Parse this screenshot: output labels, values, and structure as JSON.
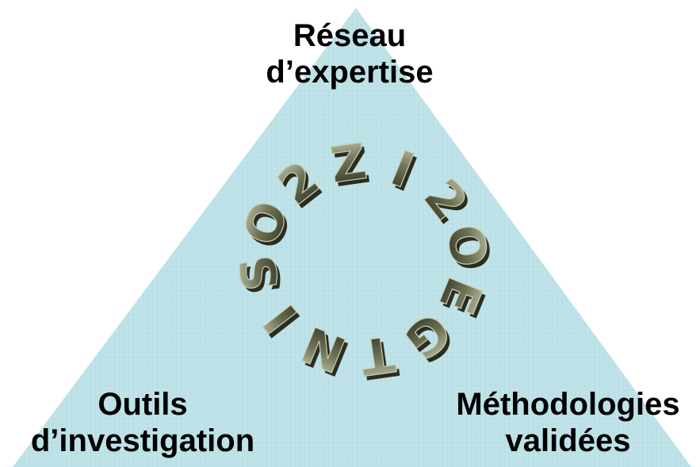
{
  "triangle": {
    "fill_color": "#bfe3e8",
    "grid_color": "#a9d3da"
  },
  "labels": {
    "top": {
      "line1": "Réseau",
      "line2": "d’expertise"
    },
    "bottom_left": {
      "line1": "Outils",
      "line2": "d’investigation"
    },
    "bottom_right": {
      "line1": "Méthodologies",
      "line2": "validées"
    }
  },
  "ring": {
    "text": [
      "G",
      "E",
      "O",
      "2",
      "I",
      "Z",
      "2",
      "O",
      "S",
      "I",
      "N",
      "T"
    ],
    "face_color": "#6f7456",
    "highlight_color": "#c9cdb4",
    "shadow_color": "#2b2d1f"
  }
}
